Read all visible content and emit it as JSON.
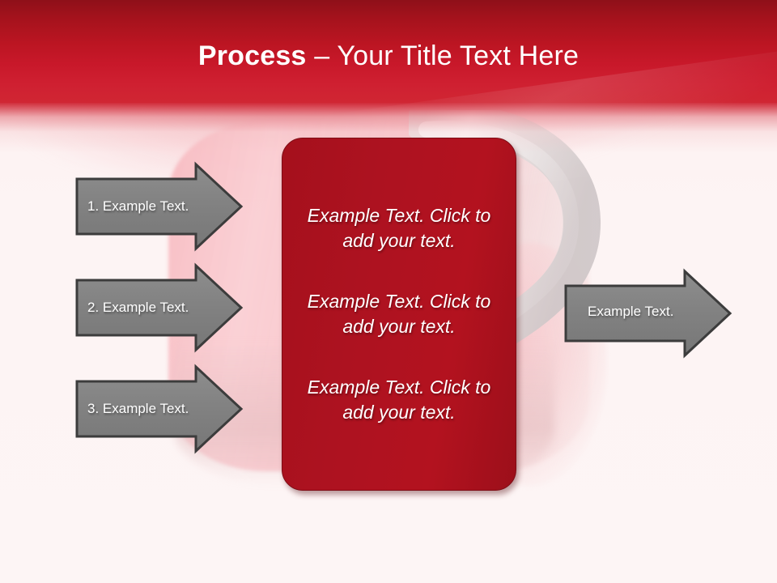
{
  "slide": {
    "title_bold": "Process",
    "title_rest": " – Your Title Text Here",
    "background_color": "#fdf4f4",
    "header_color": "#c015240",
    "accent_red": "#ad1220",
    "arrow_gray": "#8a8a8a",
    "arrow_outline": "#3f3f3f"
  },
  "input_arrows": [
    {
      "label": "1. Example Text."
    },
    {
      "label": "2. Example Text."
    },
    {
      "label": "3. Example Text."
    }
  ],
  "center_card": {
    "paragraphs": [
      "Example Text. Click  to add your text.",
      "Example Text. Click  to add your text.",
      "Example Text. Click  to add your text."
    ]
  },
  "output_arrow": {
    "label": "Example Text."
  },
  "decor": {
    "padlock_body": "padlock-body-shape",
    "padlock_shackle": "padlock-shackle-shape"
  }
}
